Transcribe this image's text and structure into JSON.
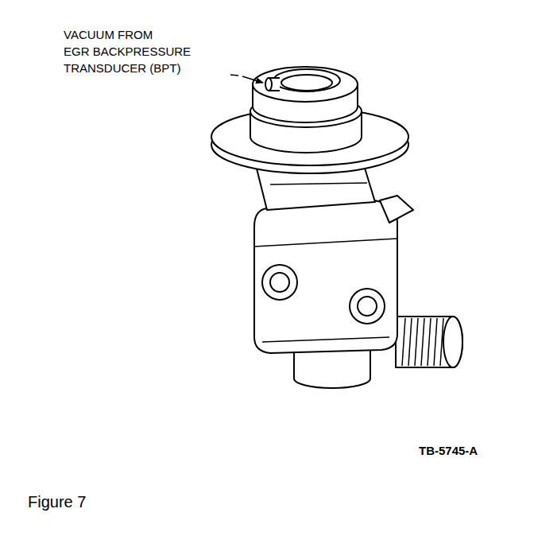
{
  "diagram": {
    "caption": "Figure 7",
    "labels": [
      "VACUUM FROM EGR BACKPRESSURE TRANSDUCER (BPT)",
      "TB-5745-A"
    ]
  }
}
